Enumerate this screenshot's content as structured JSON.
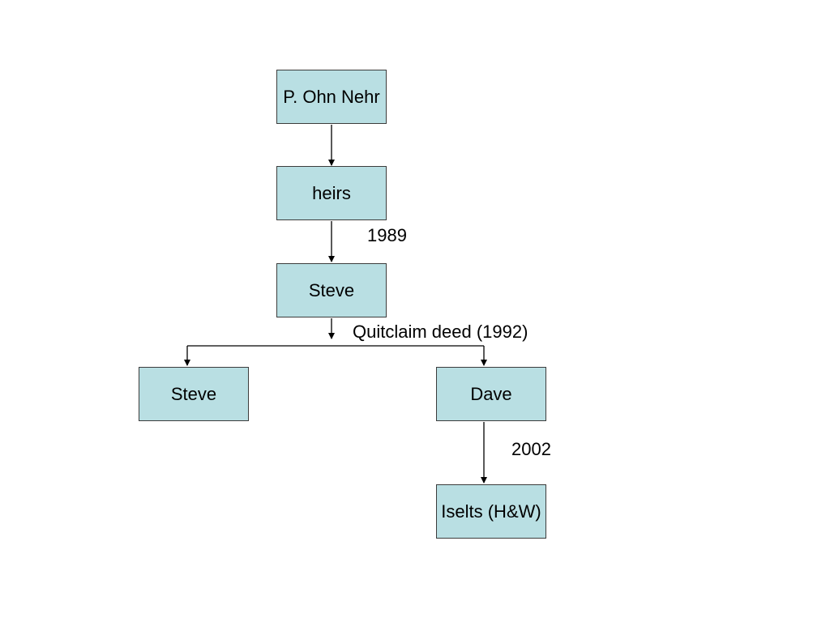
{
  "diagram": {
    "nodes": {
      "p_ohn_nehr": "P. Ohn Nehr",
      "heirs": "heirs",
      "steve": "Steve",
      "steve_retained": "Steve",
      "dave": "Dave",
      "iselts": "Iselts (H&W)"
    },
    "edge_labels": {
      "heirs_to_steve": "1989",
      "quitclaim": "Quitclaim deed (1992)",
      "dave_to_iselts": "2002"
    },
    "colors": {
      "node_fill": "#b9dfe3",
      "node_border": "#3c3c3c",
      "line": "#000000"
    }
  }
}
